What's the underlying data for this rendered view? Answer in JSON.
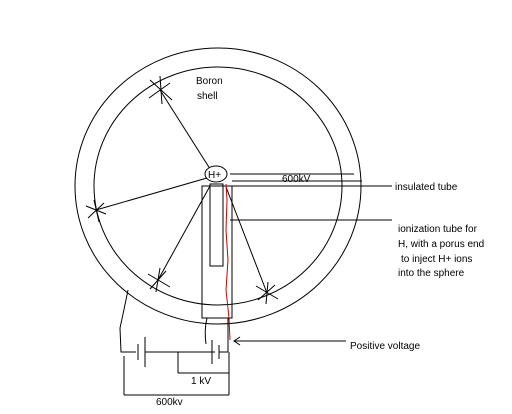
{
  "labels": {
    "shell": "Boron",
    "shell_line2": "shell",
    "center": "H+",
    "shell_voltage": "600kV",
    "insulated_tube": "insulated tube",
    "ion_tube_line1": "ionization tube for",
    "ion_tube_line2": "H, with a porus end",
    "ion_tube_line3": "to inject H+ ions",
    "ion_tube_line4": "into the sphere",
    "positive_voltage": "Positive voltage",
    "small_supply": "1 kV",
    "big_supply": "600kv"
  },
  "colors": {
    "stroke": "#000000",
    "wire": "#cc0000"
  }
}
